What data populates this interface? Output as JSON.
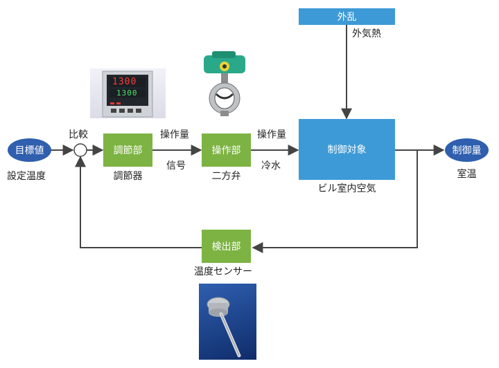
{
  "nodes": {
    "setpoint": "目標値",
    "controller": "調節部",
    "actuator": "操作部",
    "plant": "制御対象",
    "output": "制御量",
    "sensor": "検出部",
    "disturbance": "外乱"
  },
  "labels": {
    "setpoint_sub": "設定温度",
    "comparator": "比較",
    "controller_sub": "調節器",
    "mv1": "操作量",
    "signal": "信号",
    "actuator_sub": "二方弁",
    "mv2": "操作量",
    "coolant": "冷水",
    "plant_sub": "ビル室内空気",
    "output_sub": "室温",
    "disturbance_sub": "外気熱",
    "sensor_sub": "温度センサー"
  },
  "controller_display": {
    "pv": "1300",
    "sv": "1300"
  },
  "colors": {
    "green": "#7cb342",
    "blue": "#3d9ad6",
    "ellipse": "#2f5fae",
    "line": "#444444"
  }
}
